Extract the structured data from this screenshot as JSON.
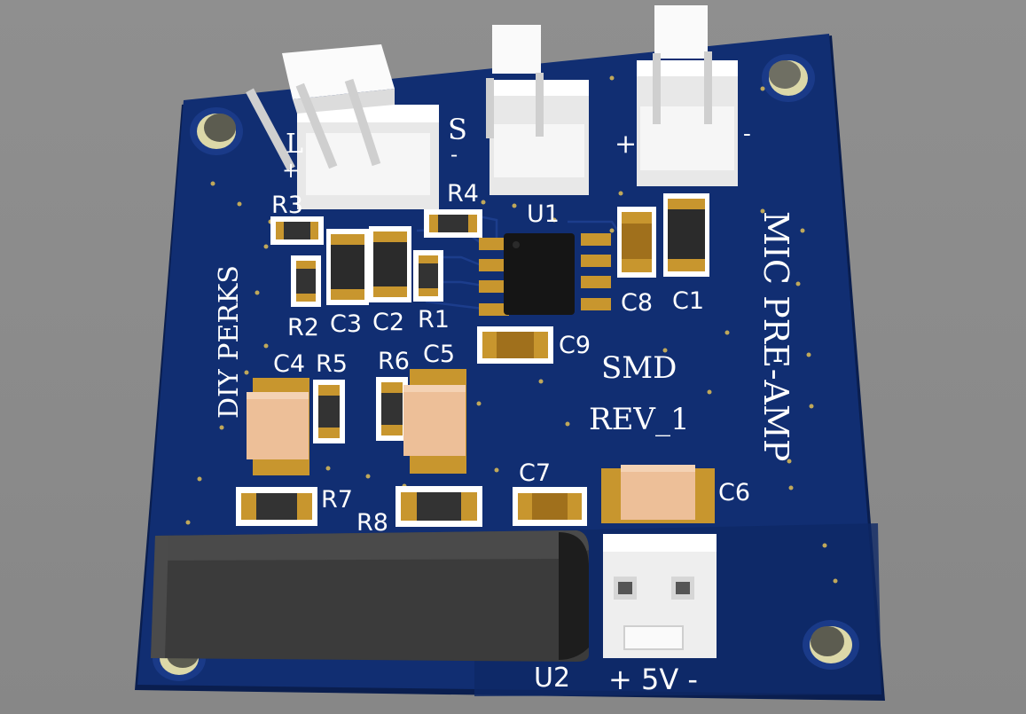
{
  "board": {
    "colors": {
      "background": "#8b8b8b",
      "pcb": "#0f2a6b",
      "silkscreen": "#ffffff",
      "copper_pad": "#c8962e",
      "connector": "#f4f4f4",
      "ic": "#1a1a1a",
      "capacitor_tan": "#e8b48a",
      "mic_body": "#3a3a3a"
    },
    "title_vertical": "MIC PRE-AMP",
    "brand_vertical": "DIY PERKS",
    "info": {
      "line1": "SMD",
      "line2": "REV_1"
    },
    "connector_marks": {
      "top_left_letter": "L",
      "top_left_plus": "+",
      "s_mark": "S",
      "s_minus": "-",
      "right_plus": "+",
      "right_minus": "-"
    },
    "power_label": "+ 5V -",
    "designators": {
      "R1": "R1",
      "R2": "R2",
      "R3": "R3",
      "R4": "R4",
      "R5": "R5",
      "R6": "R6",
      "R7": "R7",
      "R8": "R8",
      "C1": "C1",
      "C2": "C2",
      "C3": "C3",
      "C4": "C4",
      "C5": "C5",
      "C6": "C6",
      "C7": "C7",
      "C8": "C8",
      "C9": "C9",
      "U1": "U1",
      "U2": "U2"
    }
  }
}
